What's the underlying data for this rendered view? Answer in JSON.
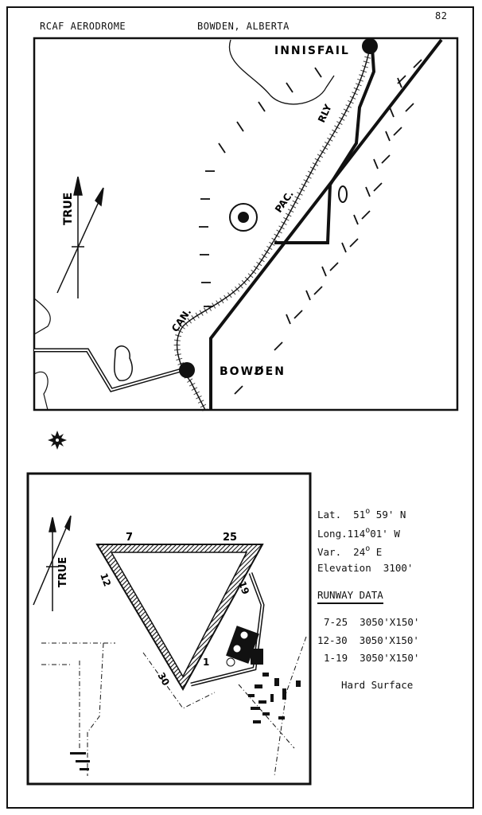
{
  "header": {
    "title_left": "RCAF AERODROME",
    "title_center": "BOWDEN, ALBERTA",
    "page_number": "82"
  },
  "area_map": {
    "labels": {
      "town_north": "INNISFAIL",
      "town_south": "BOWDEN",
      "railway_1": "CAN.",
      "railway_2": "PAC.",
      "railway_3": "RLY",
      "north_arrow": "TRUE"
    }
  },
  "airfield_diagram": {
    "north_arrow": "TRUE",
    "runway_ends": [
      "7",
      "25",
      "12",
      "19",
      "30",
      "1"
    ]
  },
  "aerodrome_info": {
    "lat_label": "Lat.",
    "lat_deg": "51",
    "lat_rest": "59' N",
    "long_label": "Long.",
    "long_deg": "114",
    "long_rest": "01' W",
    "var_label": "Var.",
    "var_deg": "24",
    "var_rest": "E",
    "elevation_label": "Elevation",
    "elevation_value": "3100'",
    "runway_data_heading": "RUNWAY DATA",
    "runways": [
      {
        "id": "7-25",
        "size": "3050'X150'"
      },
      {
        "id": "12-30",
        "size": "3050'X150'"
      },
      {
        "id": "1-19",
        "size": "3050'X150'"
      }
    ],
    "surface": "Hard Surface"
  },
  "colors": {
    "ink": "#111111",
    "paper": "#ffffff"
  }
}
